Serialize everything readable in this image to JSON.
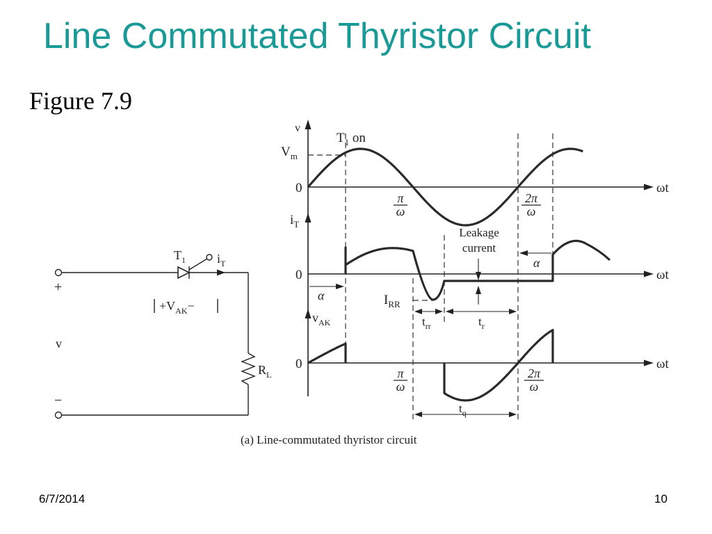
{
  "slide": {
    "title": "Line Commutated Thyristor Circuit",
    "figure_label": "Figure 7.9",
    "date": "6/7/2014",
    "page_number": "10"
  },
  "figure": {
    "caption": "(a) Line-commutated thyristor circuit",
    "circuit": {
      "thyristor_label": "T",
      "thyristor_sub": "1",
      "current_label": "i",
      "current_sub": "T",
      "vak_plus": "+V",
      "vak_sub": "AK",
      "vak_minus": "−",
      "source_label": "v",
      "plus_sign": "+",
      "minus_sign": "−",
      "load_label": "R",
      "load_sub": "L"
    },
    "waveforms": {
      "v_axis": "v",
      "vm_label": "V",
      "vm_sub": "m",
      "t1_on_label": "T",
      "t1_on_sub": "1",
      "t1_on_suffix": " on",
      "zero": "0",
      "omega_t": "ωt",
      "pi": "π",
      "two_pi": "2π",
      "omega": "ω",
      "it_axis": "i",
      "it_sub": "T",
      "leakage_1": "Leakage",
      "leakage_2": "current",
      "alpha": "α",
      "irr": "I",
      "irr_sub": "RR",
      "trr": "t",
      "trr_sub": "rr",
      "tr": "t",
      "tr_sub": "r",
      "vak_axis": "v",
      "vak_sub": "AK",
      "tq": "t",
      "tq_sub": "q"
    }
  }
}
